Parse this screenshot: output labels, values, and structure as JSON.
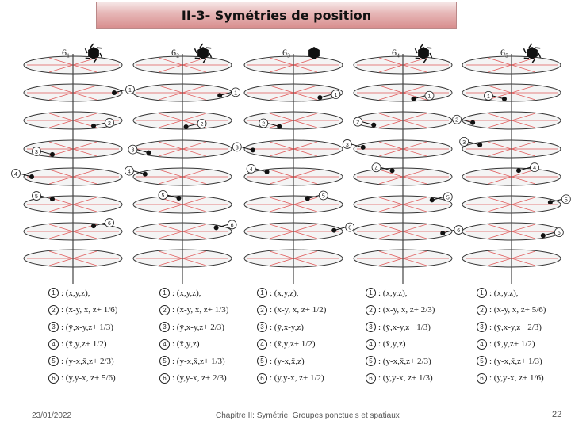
{
  "title": "II-3- Symétries de position",
  "columns": [
    {
      "axis_label": "6₁",
      "equations": [
        {
          "num": "1",
          "text": ": (x,y,z),"
        },
        {
          "num": "2",
          "text": ": (x-y, x, z+ 1/6)"
        },
        {
          "num": "3",
          "text": ": (ȳ,x-y,z+ 1/3)"
        },
        {
          "num": "4",
          "text": ": (x̄,ȳ,z+ 1/2)"
        },
        {
          "num": "5",
          "text": ": (y-x,x̄,z+ 2/3)"
        },
        {
          "num": "6",
          "text": ": (y,y-x, z+ 5/6)"
        }
      ]
    },
    {
      "axis_label": "6₂",
      "equations": [
        {
          "num": "1",
          "text": ": (x,y,z),"
        },
        {
          "num": "2",
          "text": ": (x-y, x, z+ 1/3)"
        },
        {
          "num": "3",
          "text": ": (ȳ,x-y,z+ 2/3)"
        },
        {
          "num": "4",
          "text": ": (x̄,ȳ,z)"
        },
        {
          "num": "5",
          "text": ": (y-x,x̄,z+ 1/3)"
        },
        {
          "num": "6",
          "text": ": (y,y-x, z+ 2/3)"
        }
      ]
    },
    {
      "axis_label": "6₃",
      "equations": [
        {
          "num": "1",
          "text": ": (x,y,z),"
        },
        {
          "num": "2",
          "text": ": (x-y, x, z+ 1/2)"
        },
        {
          "num": "3",
          "text": ": (ȳ,x-y,z)"
        },
        {
          "num": "4",
          "text": ": (x̄,ȳ,z+ 1/2)"
        },
        {
          "num": "5",
          "text": ": (y-x,x̄,z)"
        },
        {
          "num": "6",
          "text": ": (y,y-x, z+ 1/2)"
        }
      ]
    },
    {
      "axis_label": "6₄",
      "equations": [
        {
          "num": "1",
          "text": ": (x,y,z),"
        },
        {
          "num": "2",
          "text": ": (x-y, x, z+ 2/3)"
        },
        {
          "num": "3",
          "text": ": (ȳ,x-y,z+ 1/3)"
        },
        {
          "num": "4",
          "text": ": (x̄,ȳ,z)"
        },
        {
          "num": "5",
          "text": ": (y-x,x̄,z+ 2/3)"
        },
        {
          "num": "6",
          "text": ": (y,y-x, z+ 1/3)"
        }
      ]
    },
    {
      "axis_label": "6₅",
      "equations": [
        {
          "num": "1",
          "text": ": (x,y,z),"
        },
        {
          "num": "2",
          "text": ": (x-y, x, z+ 5/6)"
        },
        {
          "num": "3",
          "text": ": (ȳ,x-y,z+ 2/3)"
        },
        {
          "num": "4",
          "text": ": (x̄,ȳ,z+ 1/2)"
        },
        {
          "num": "5",
          "text": ": (y-x,x̄,z+ 1/3)"
        },
        {
          "num": "6",
          "text": ": (y,y-x, z+ 1/6)"
        }
      ]
    }
  ],
  "footer": {
    "date": "23/01/2022",
    "center": "Chapitre II: Symétrie, Groupes ponctuels et spatiaux",
    "page": "22"
  },
  "colors": {
    "ellipse_fill": "#f4f4f4",
    "ellipse_stroke": "#333333",
    "hatch": "#e05a5a",
    "axis": "#444444",
    "title_bar": "#e7b9b9"
  }
}
